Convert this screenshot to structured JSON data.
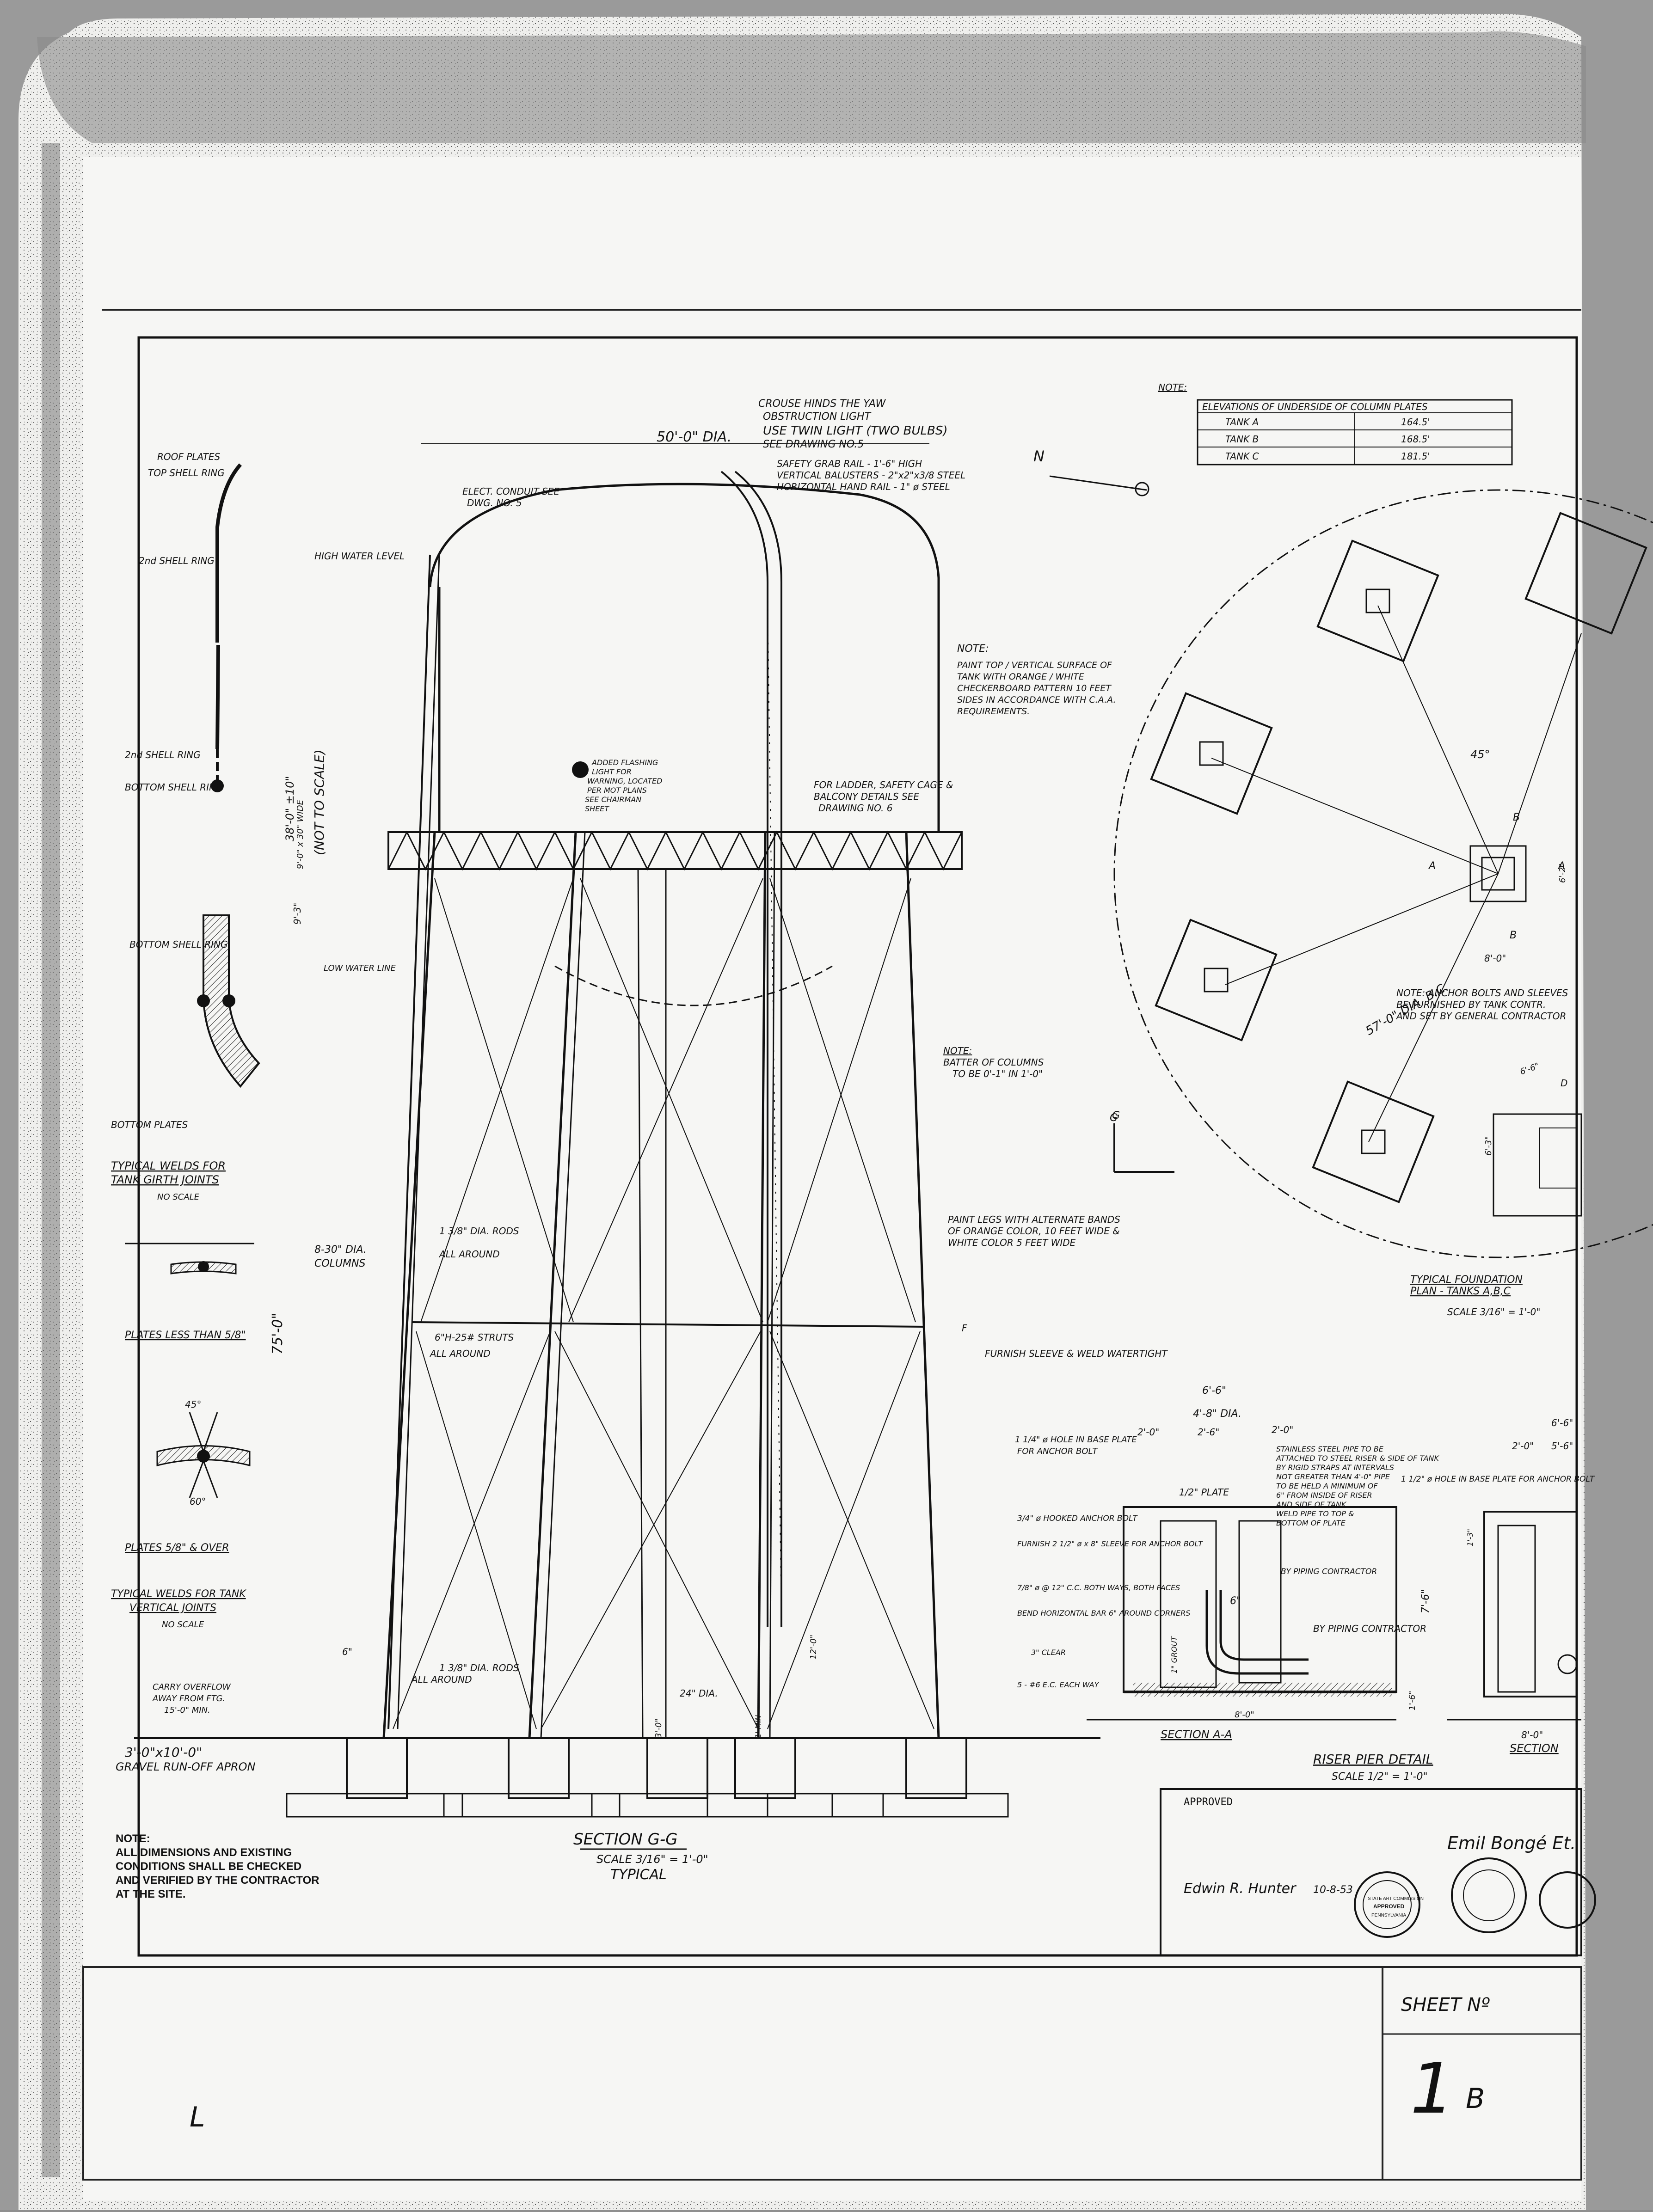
{
  "elevation": {
    "crouse_hinds": "CROUSE HINDS THE YAW",
    "obstruction_light": "OBSTRUCTION LIGHT",
    "twin_light": "USE TWIN LIGHT (TWO BULBS)",
    "see_drawing_5": "SEE DRAWING NO.5",
    "diameter": "50'-0\" DIA.",
    "grab_rail_1": "SAFETY GRAB RAIL - 1'-6\" HIGH",
    "grab_rail_2": "VERTICAL BALUSTERS - 2\"x2\"x3/8 STEEL",
    "grab_rail_3": "HORIZONTAL HAND RAIL - 1\" ø STEEL",
    "conduit_1": "ELECT. CONDUIT SEE",
    "conduit_2": "DWG. NO. 5",
    "high_water": "HIGH WATER LEVEL",
    "low_water": "LOW WATER LINE",
    "dim_38": "38'-0\" ±10\"",
    "not_to_scale": "(NOT TO SCALE)",
    "balcony": "9'-0\" x 30\" WIDE",
    "dim_9": "9'-3\"",
    "dim_75": "75'-0\"",
    "added_light_1": "ADDED FLASHING",
    "added_light_2": "LIGHT FOR",
    "added_light_3": "WARNING, LOCATED",
    "added_light_4": "PER MOT PLANS",
    "added_light_5": "SEE CHAIRMAN",
    "added_light_6": "SHEET",
    "ladder_1": "FOR LADDER, SAFETY CAGE &",
    "ladder_2": "BALCONY DETAILS SEE",
    "ladder_3": "DRAWING NO. 6",
    "note_head": "NOTE:",
    "paint_1": "PAINT TOP / VERTICAL SURFACE OF",
    "paint_2": "TANK WITH ORANGE / WHITE",
    "paint_3": "CHECKERBOARD PATTERN 10 FEET",
    "paint_4": "SIDES IN ACCORDANCE WITH C.A.A.",
    "paint_5": "REQUIREMENTS.",
    "batter_head": "NOTE:",
    "batter_1": "BATTER OF COLUMNS",
    "batter_2": "TO BE 0'-1\" IN 1'-0\"",
    "legs_1": "PAINT LEGS WITH ALTERNATE BANDS",
    "legs_2": "OF ORANGE COLOR, 10 FEET WIDE &",
    "legs_3": "WHITE COLOR 5 FEET WIDE",
    "rods_upper_1": "1 3/8\" DIA. RODS",
    "rods_upper_2": "ALL AROUND",
    "columns_1": "8-30\" DIA.",
    "columns_2": "COLUMNS",
    "struts_1": "6\"H-25# STRUTS",
    "struts_2": "ALL AROUND",
    "rods_lower_1": "1 3/8\" DIA. RODS",
    "rods_lower_2": "ALL AROUND",
    "dim_6": "6\"",
    "overflow_1": "CARRY OVERFLOW",
    "overflow_2": "AWAY FROM FTG.",
    "overflow_3": "15'-0\" MIN.",
    "apron_1": "3'-0\"x10'-0\"",
    "apron_2": "GRAVEL RUN-OFF APRON",
    "dia_24": "24\" DIA.",
    "dim_12": "12'-0\"",
    "dim_30": "3'-0\"",
    "min": "1' MIN",
    "section_title": "SECTION G-G",
    "section_scale": "SCALE 3/16\" = 1'-0\"",
    "section_typical": "TYPICAL",
    "cut_f": "F",
    "cut_g": "G"
  },
  "left_details": {
    "roof_plates": "ROOF PLATES",
    "top_shell_ring": "TOP SHELL RING",
    "second_shell_ring_a": "2nd SHELL RING",
    "second_shell_ring_b": "2nd SHELL RING",
    "bottom_shell_ring_a": "BOTTOM SHELL RING",
    "bottom_shell_ring_b": "BOTTOM SHELL RING",
    "bottom_plates": "BOTTOM PLATES",
    "girth_title_1": "TYPICAL WELDS FOR",
    "girth_title_2": "TANK GIRTH JOINTS",
    "girth_scale": "NO SCALE",
    "plates_less": "PLATES LESS THAN 5/8\"",
    "plates_over": "PLATES 5/8\" & OVER",
    "vert_title_1": "TYPICAL WELDS FOR TANK",
    "vert_title_2": "VERTICAL JOINTS",
    "vert_scale": "NO SCALE",
    "angle_45": "45°",
    "angle_60": "60°"
  },
  "general_note": {
    "head": "NOTE:",
    "line1": "ALL DIMENSIONS AND EXISTING",
    "line2": "CONDITIONS SHALL BE CHECKED",
    "line3": "AND VERIFIED BY THE CONTRACTOR",
    "line4": "AT THE SITE."
  },
  "elevations_table": {
    "note": "NOTE:",
    "title": "ELEVATIONS OF UNDERSIDE OF COLUMN PLATES",
    "rows": [
      {
        "tank": "TANK A",
        "elev": "164.5'"
      },
      {
        "tank": "TANK B",
        "elev": "168.5'"
      },
      {
        "tank": "TANK C",
        "elev": "181.5'"
      }
    ]
  },
  "foundation_plan": {
    "north": "N",
    "angle": "45°",
    "diameter": "57'-0\" DIA. B.C.",
    "dim_8": "8'-0\"",
    "dim_62": "6'-2\"",
    "mark_a1": "A",
    "mark_a2": "A",
    "mark_b1": "B",
    "mark_b2": "B",
    "anchor_1": "NOTE: ANCHOR BOLTS AND SLEEVES",
    "anchor_2": "BE FURNISHED BY TANK CONTR.",
    "anchor_3": "AND SET BY GENERAL CONTRACTOR",
    "title": "TYPICAL FOUNDATION",
    "title2": "PLAN - TANKS A,B,C",
    "scale": "SCALE 3/16\" = 1'-0\"",
    "cut_g": "G",
    "dim_66": "6'-6\"",
    "dim_63": "6'-3\"",
    "mark_d": "D"
  },
  "riser_detail": {
    "sleeve": "FURNISH SLEEVE & WELD WATERTIGHT",
    "dim_66": "6'-6\"",
    "dia_48": "4'-8\" DIA.",
    "dim_20a": "2'-0\"",
    "dim_20b": "2'-0\"",
    "dim_26": "2'-6\"",
    "hole": "1 1/4\" ø HOLE IN BASE PLATE",
    "hole_b": "FOR ANCHOR BOLT",
    "plate": "1/2\" PLATE",
    "stainless_1": "STAINLESS STEEL PIPE TO BE",
    "stainless_2": "ATTACHED TO STEEL RISER & SIDE OF TANK",
    "stainless_3": "BY RIGID STRAPS AT INTERVALS",
    "stainless_4": "NOT GREATER THAN 4'-0\" PIPE",
    "stainless_5": "TO BE HELD A MINIMUM OF",
    "stainless_6": "6\" FROM INSIDE OF RISER",
    "stainless_7": "AND SIDE OF TANK",
    "stainless_8": "WELD PIPE TO TOP &",
    "stainless_9": "BOTTOM OF PLATE",
    "hooked": "3/4\" ø HOOKED ANCHOR BOLT",
    "furnish_sleeve": "FURNISH 2 1/2\" ø x 8\" SLEEVE FOR ANCHOR BOLT",
    "bars": "7/8\" ø @ 12\" C.C. BOTH WAYS, BOTH FACES",
    "bend": "BEND HORIZONTAL BAR 6\" AROUND CORNERS",
    "clear3": "3\" CLEAR",
    "bars2": "5 - #6 E.C. EACH WAY",
    "dim_6in": "6\"",
    "piping": "BY PIPING CONTRACTOR",
    "piping2": "BY PIPING CONTRACTOR",
    "hole2": "1 1/2\" ø HOLE IN BASE PLATE FOR ANCHOR BOLT",
    "dim_76": "7'-6\"",
    "dim_116": "1'-6\"",
    "dim_80": "8'-0\"",
    "grout": "1\" GROUT",
    "section_aa": "SECTION A-A",
    "title": "RISER PIER DETAIL",
    "scale": "SCALE 1/2\" = 1'-0\"",
    "dim_66b": "6'-6\"",
    "dim_20c": "2'-0\"",
    "dim_56": "5'-6\"",
    "dim_80b": "8'-0\"",
    "section_bb": "SECTION",
    "dim_13": "1'-3\""
  },
  "approval": {
    "approved": "APPROVED",
    "date": "10-8-53",
    "signature": "Edwin R. Hunter",
    "signature2": "Emil Bongé Et.",
    "stamp_1": "STATE ART COMMISSION",
    "stamp_2": "APPROVED",
    "stamp_3": "PENNSYLVANIA"
  },
  "title_block": {
    "sheet_label": "SHEET Nº",
    "sheet_number": "1",
    "sheet_suffix": "B",
    "mark": "L"
  }
}
